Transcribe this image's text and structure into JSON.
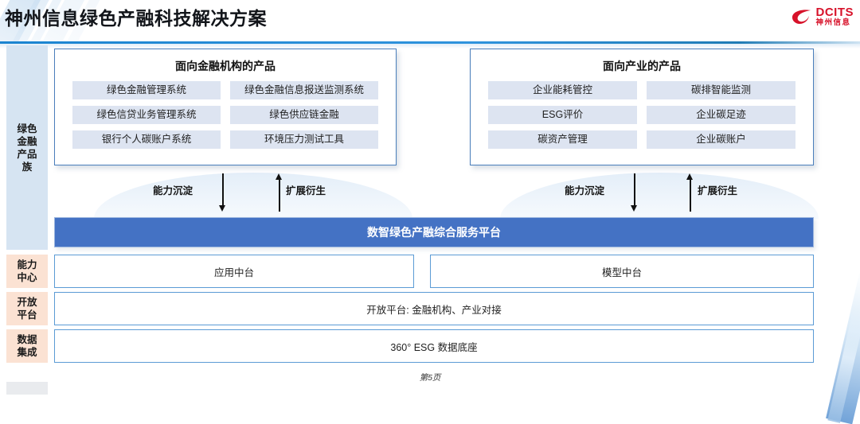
{
  "header": {
    "title": "神州信息绿色产融科技解决方案",
    "logo": {
      "mark": "swoosh-icon",
      "en": "DCITS",
      "cn": "神州信息"
    }
  },
  "sidebar": {
    "items": [
      {
        "id": "green-finance-product-family",
        "label": "绿色\n金融\n产品\n族",
        "tone": "blue"
      },
      {
        "id": "capability-center",
        "label": "能力\n中心",
        "tone": "peach"
      },
      {
        "id": "open-platform",
        "label": "开放\n平台",
        "tone": "peach"
      },
      {
        "id": "data-integration",
        "label": "数据\n集成",
        "tone": "peach"
      }
    ]
  },
  "product_groups": [
    {
      "id": "for-financial-institutions",
      "title": "面向金融机构的产品",
      "items": [
        "绿色金融管理系统",
        "绿色金融信息报送监测系统",
        "绿色信贷业务管理系统",
        "绿色供应链金融",
        "银行个人碳账户系统",
        "环境压力测试工具"
      ]
    },
    {
      "id": "for-industry",
      "title": "面向产业的产品",
      "items": [
        "企业能耗管控",
        "碳排智能监测",
        "ESG评价",
        "企业碳足迹",
        "碳资产管理",
        "企业碳账户"
      ]
    }
  ],
  "flows": {
    "left": {
      "sink": "能力沉淀",
      "extend": "扩展衍生"
    },
    "right": {
      "sink": "能力沉淀",
      "extend": "扩展衍生"
    }
  },
  "platform": {
    "label": "数智绿色产融综合服务平台"
  },
  "layers": {
    "capability": [
      {
        "id": "application-middle-platform",
        "label": "应用中台"
      },
      {
        "id": "model-middle-platform",
        "label": "模型中台"
      }
    ],
    "open_platform": {
      "id": "open-platform-row",
      "label": "开放平台: 金融机构、产业对接"
    },
    "data_foundation": {
      "id": "data-foundation-row",
      "label": "360° ESG 数据底座"
    }
  },
  "footer": {
    "page": "第5页"
  },
  "colors": {
    "platform_blue": "#4472c4",
    "box_border_blue": "#5b9bd5",
    "pill_bg": "#dde4f1",
    "sidebar_blue": "#d6e4f2",
    "sidebar_peach": "#fbe2d3",
    "logo_red": "#d7122a",
    "rule_blue": "#1b84d0"
  }
}
